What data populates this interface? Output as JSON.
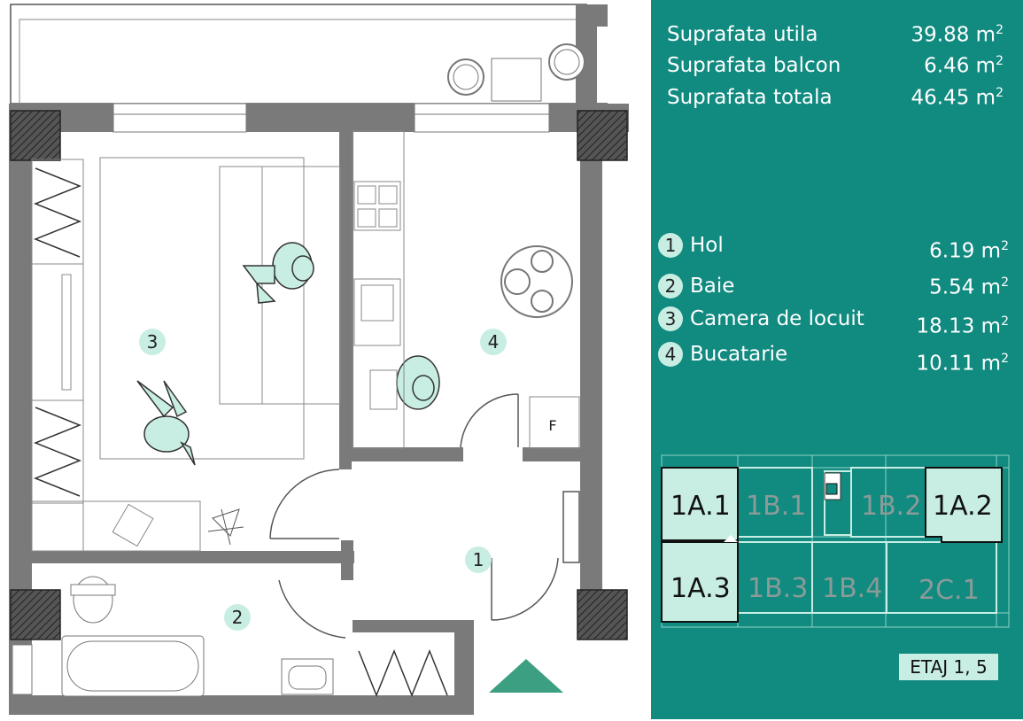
{
  "areas": [
    {
      "label": "Suprafata utila",
      "value": "39.88 m",
      "unit_sup": "2"
    },
    {
      "label": "Suprafata balcon",
      "value": "6.46 m",
      "unit_sup": "2"
    },
    {
      "label": "Suprafata totala",
      "value": "46.45 m",
      "unit_sup": "2"
    }
  ],
  "rooms": [
    {
      "num": "1",
      "name": "Hol",
      "value": "6.19 m",
      "unit_sup": "2"
    },
    {
      "num": "2",
      "name": "Baie",
      "value": "5.54 m",
      "unit_sup": "2"
    },
    {
      "num": "3",
      "name": "Camera de locuit",
      "value": "18.13 m",
      "unit_sup": "2"
    },
    {
      "num": "4",
      "name": "Bucatarie",
      "value": "10.11 m",
      "unit_sup": "2"
    }
  ],
  "plan_labels": {
    "r1": "1",
    "r2": "2",
    "r3": "3",
    "r4": "4",
    "fridge": "F"
  },
  "key_plan": {
    "units": [
      "1A.1",
      "1B.1",
      "1B.2",
      "1A.2",
      "1A.3",
      "1B.3",
      "1B.4",
      "2C.1"
    ],
    "floor": "ETAJ 1, 5"
  },
  "colors": {
    "panel": "#118a80",
    "accent": "#c8eee3",
    "wall": "#7a7a7a",
    "active_unit": "#c8eee3"
  }
}
